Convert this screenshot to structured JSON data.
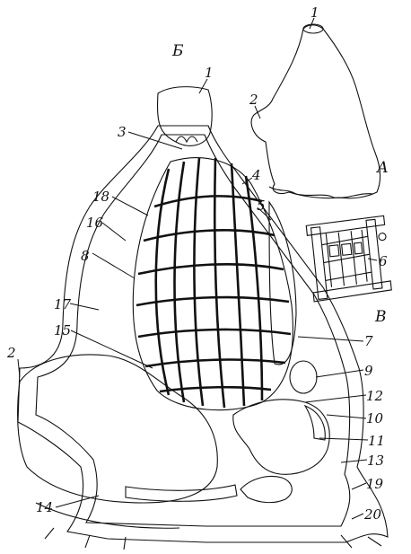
{
  "figure": {
    "panels": [
      {
        "id": "A",
        "label": "А"
      },
      {
        "id": "B",
        "label": "Б"
      },
      {
        "id": "V",
        "label": "В"
      }
    ],
    "callouts": [
      {
        "label": "1"
      },
      {
        "label": "1"
      },
      {
        "label": "2"
      },
      {
        "label": "2"
      },
      {
        "label": "3"
      },
      {
        "label": "4"
      },
      {
        "label": "5"
      },
      {
        "label": "6"
      },
      {
        "label": "7"
      },
      {
        "label": "8"
      },
      {
        "label": "9"
      },
      {
        "label": "10"
      },
      {
        "label": "11"
      },
      {
        "label": "12"
      },
      {
        "label": "13"
      },
      {
        "label": "14"
      },
      {
        "label": "15"
      },
      {
        "label": "16"
      },
      {
        "label": "17"
      },
      {
        "label": "18"
      },
      {
        "label": "19"
      },
      {
        "label": "20"
      }
    ]
  }
}
